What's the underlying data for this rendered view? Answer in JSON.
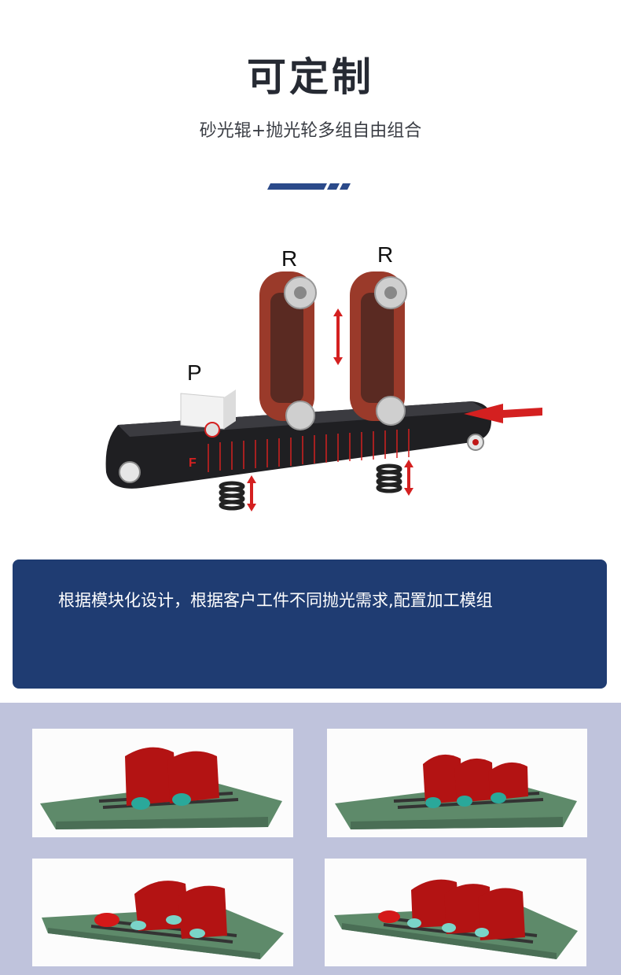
{
  "header": {
    "title": "可定制",
    "subtitle": "砂光辊+抛光轮多组自由组合"
  },
  "diagram": {
    "label_r1": "R",
    "label_r2": "R",
    "label_p": "P",
    "label_f": "F"
  },
  "info_panel": {
    "text": "根据模块化设计，根据客户工件不同抛光需求,配置加工模组"
  },
  "colors": {
    "accent": "#2b4a8a",
    "panel": "#1f3c72",
    "gallery_bg": "#bfc3dc",
    "belt_red": "#b31313",
    "conveyor_green": "#5e8a6a"
  }
}
